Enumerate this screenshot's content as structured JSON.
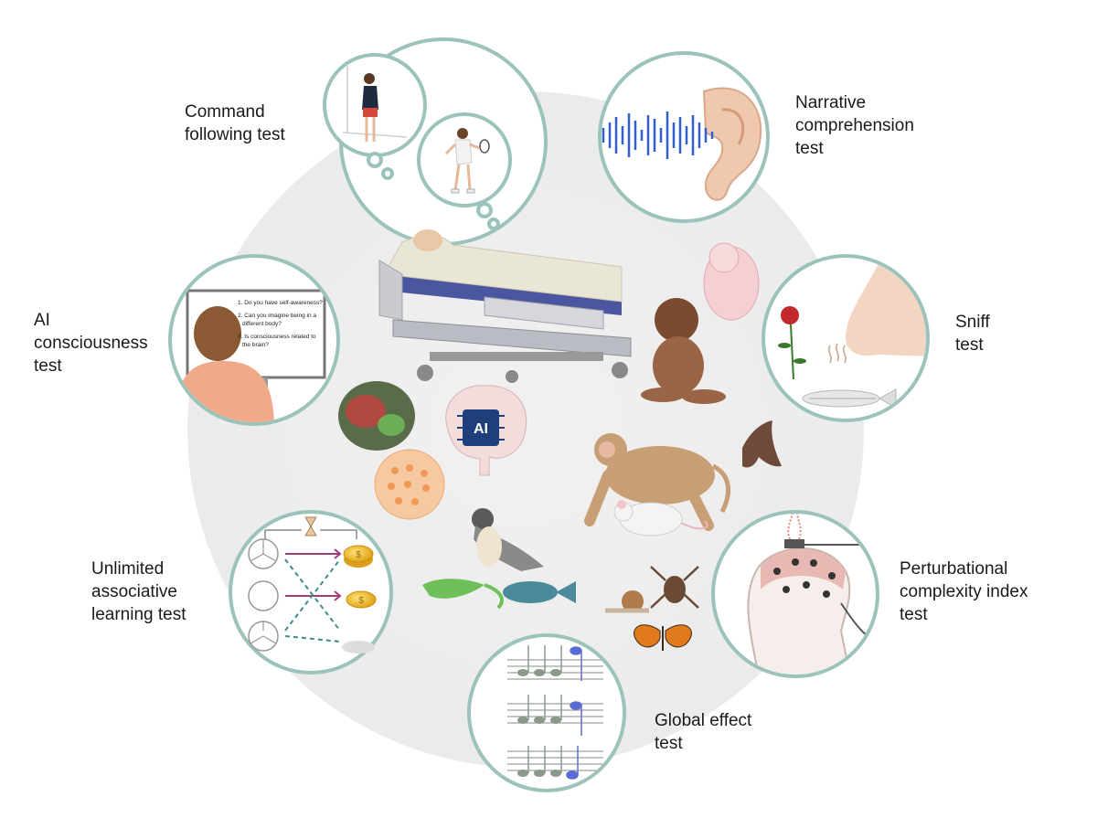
{
  "labels": {
    "command": "Command\nfollowing test",
    "narrative": "Narrative\ncomprehension\ntest",
    "ai": "AI\nconsciousness\ntest",
    "sniff": "Sniff\ntest",
    "ual": "Unlimited\nassociative\nlearning test",
    "pci": "Perturbational\ncomplexity index\ntest",
    "global": "Global effect\ntest"
  },
  "ai_screen": {
    "q1": "1. Do you have self-awareness?",
    "q2a": "2. Can you imagine being in a",
    "q2b": "different body?",
    "q3a": "3. Is consciousness related to",
    "q3b": "the brain?"
  },
  "chip_label": "AI",
  "coin_symbol": "$",
  "colors": {
    "bubble_stroke": "#9cc3bb",
    "center_disc": "#eeeeee",
    "arrow": "#a03c78",
    "wave": "#2f5fd0",
    "note": "#5b6bd6"
  },
  "icons": [
    "woman-standing-icon",
    "tennis-player-icon",
    "ear-icon",
    "sound-wave-icon",
    "hospital-bed-icon",
    "fetus-icon",
    "baby-icon",
    "rose-icon",
    "nose-icon",
    "fish-skeleton-icon",
    "brain-organoid-icon",
    "ai-chip-brain-icon",
    "cell-cluster-icon",
    "monkey-icon",
    "bat-icon",
    "mouse-icon",
    "falcon-icon",
    "lizard-icon",
    "fish-icon",
    "snail-icon",
    "spider-icon",
    "butterfly-icon",
    "eeg-cap-head-icon",
    "coin-icon",
    "hourglass-icon",
    "music-note-icon"
  ]
}
